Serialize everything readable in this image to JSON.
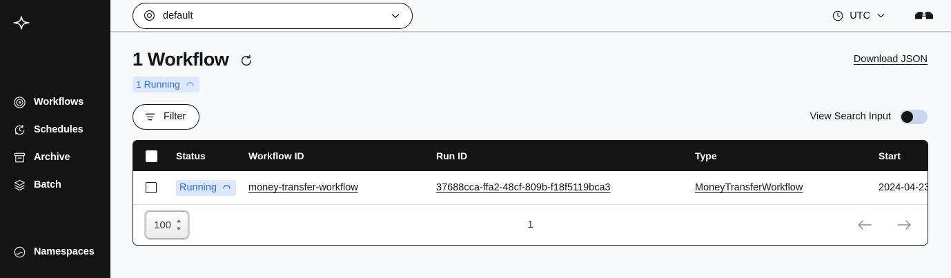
{
  "sidebar": {
    "logo_icon": "temporal-star-logo",
    "primary_items": [
      {
        "label": "Workflows",
        "icon": "workflows-icon"
      },
      {
        "label": "Schedules",
        "icon": "schedules-icon"
      },
      {
        "label": "Archive",
        "icon": "archive-icon"
      },
      {
        "label": "Batch",
        "icon": "batch-layers-icon"
      }
    ],
    "bottom_items": [
      {
        "label": "Namespaces",
        "icon": "namespaces-icon"
      }
    ]
  },
  "topbar": {
    "namespace": {
      "value": "default",
      "icon": "namespace-icon",
      "chevron": "chevron-down-icon"
    },
    "timezone": {
      "label": "UTC",
      "icon": "clock-icon",
      "chevron": "chevron-down-icon"
    },
    "glasses_icon": "glasses-icon"
  },
  "header": {
    "title": "1 Workflow",
    "refresh_icon": "refresh-icon",
    "download_label": "Download JSON",
    "status_badge": {
      "label": "1 Running",
      "icon": "running-spinner-icon",
      "bg": "#dbe8ff",
      "fg": "#2f6ef6"
    }
  },
  "toolbar": {
    "filter_label": "Filter",
    "filter_icon": "filter-icon",
    "view_search_label": "View Search Input",
    "view_search_on": false
  },
  "table": {
    "columns": [
      {
        "key": "check",
        "label": ""
      },
      {
        "key": "status",
        "label": "Status"
      },
      {
        "key": "workflow_id",
        "label": "Workflow ID"
      },
      {
        "key": "run_id",
        "label": "Run ID"
      },
      {
        "key": "type",
        "label": "Type"
      },
      {
        "key": "start",
        "label": "Start"
      }
    ],
    "rows": [
      {
        "status": "Running",
        "status_icon": "running-spinner-icon",
        "workflow_id": "money-transfer-workflow",
        "run_id": "37688cca-ffa2-48cf-809b-f18f5119bca3",
        "type": "MoneyTransferWorkflow",
        "start": "2024-04-23"
      }
    ]
  },
  "pagination": {
    "page_size": "100",
    "page_number": "1",
    "prev_icon": "arrow-left-icon",
    "next_icon": "arrow-right-icon"
  }
}
